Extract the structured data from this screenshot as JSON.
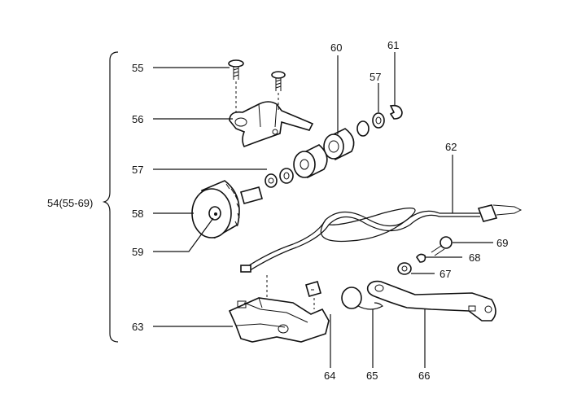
{
  "group_label": "54(55-69)",
  "callouts": {
    "c55": "55",
    "c56": "56",
    "c57a": "57",
    "c57b": "57",
    "c58": "58",
    "c59": "59",
    "c60": "60",
    "c61": "61",
    "c62": "62",
    "c63": "63",
    "c64": "64",
    "c65": "65",
    "c66": "66",
    "c67": "67",
    "c68": "68",
    "c69": "69"
  }
}
